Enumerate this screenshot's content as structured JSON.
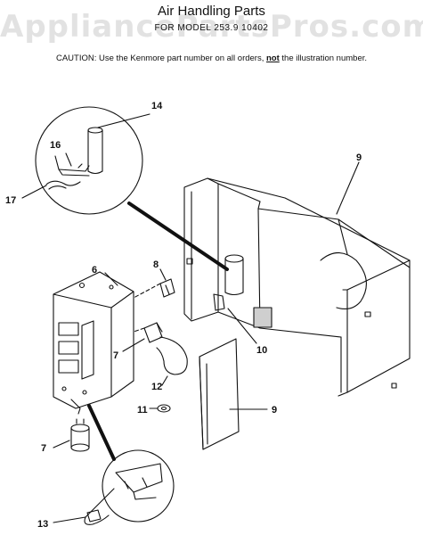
{
  "header": {
    "title": "Air Handling Parts",
    "subtitle": "FOR MODEL 253.9 10402",
    "watermark": "AppliancePartsPros.com",
    "caution_prefix": "CAUTION:  Use the Kenmore part number on all orders, ",
    "caution_emphasis": "not",
    "caution_suffix": " the illustration number."
  },
  "callouts": {
    "c14": "14",
    "c16": "16",
    "c17": "17",
    "c9a": "9",
    "c6": "6",
    "c8": "8",
    "c7a": "7",
    "c10": "10",
    "c12": "12",
    "c11": "11",
    "c9b": "9",
    "c7b": "7",
    "c13": "13"
  }
}
